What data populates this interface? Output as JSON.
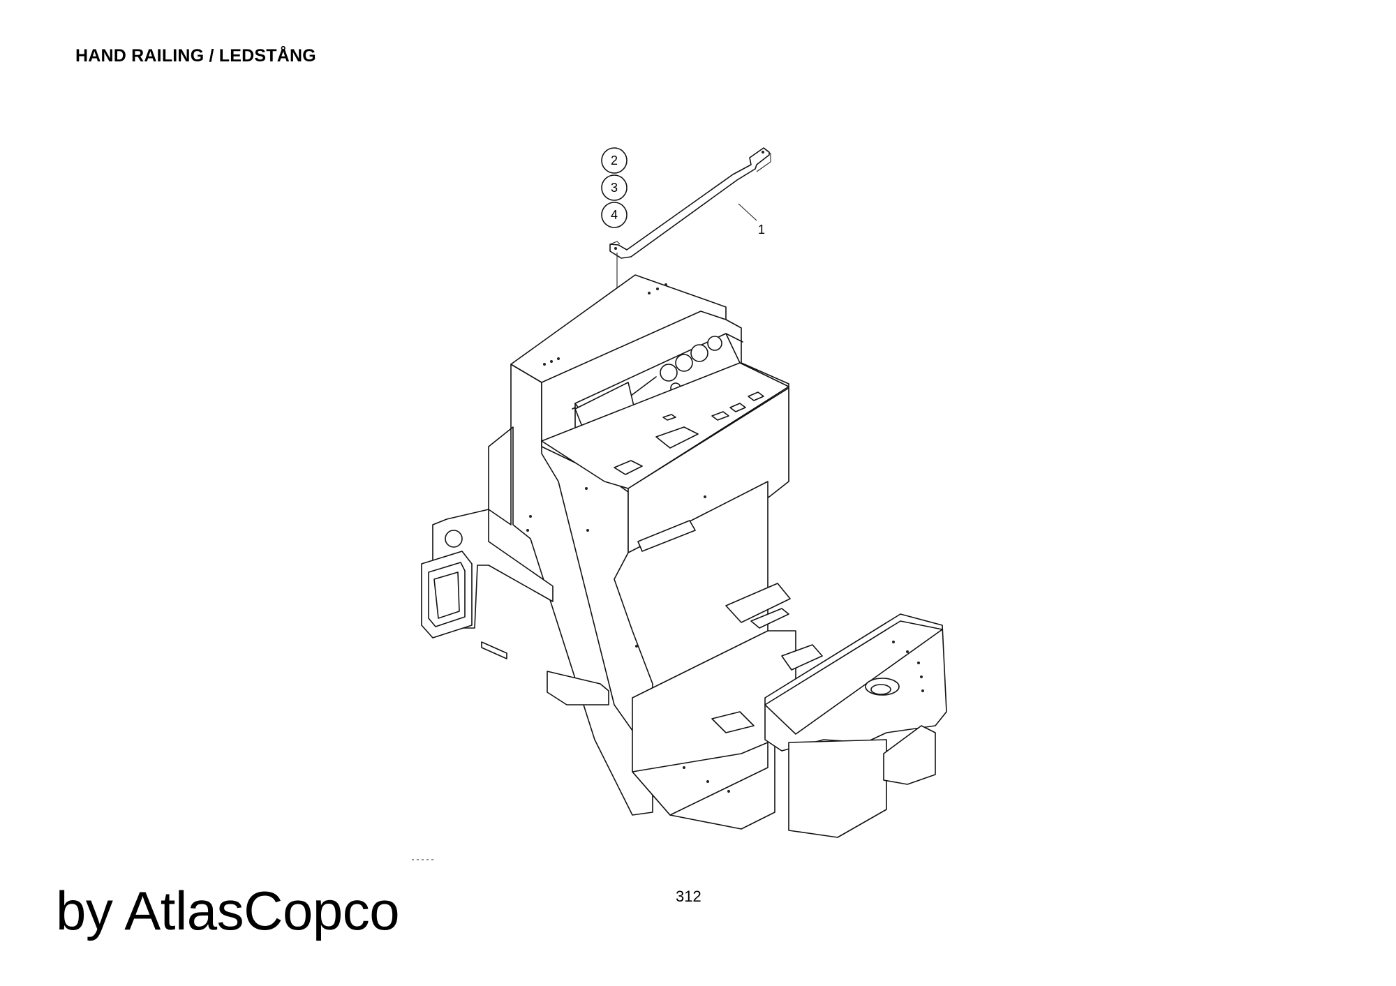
{
  "page": {
    "title": "HAND RAILING / LEDSTÅNG",
    "page_number": "312",
    "publisher": "by AtlasCopco"
  },
  "diagram": {
    "callouts": [
      {
        "id": "callout-1",
        "label": "1"
      },
      {
        "id": "callout-2",
        "label": "2"
      },
      {
        "id": "callout-3",
        "label": "3"
      },
      {
        "id": "callout-4",
        "label": "4"
      }
    ]
  }
}
